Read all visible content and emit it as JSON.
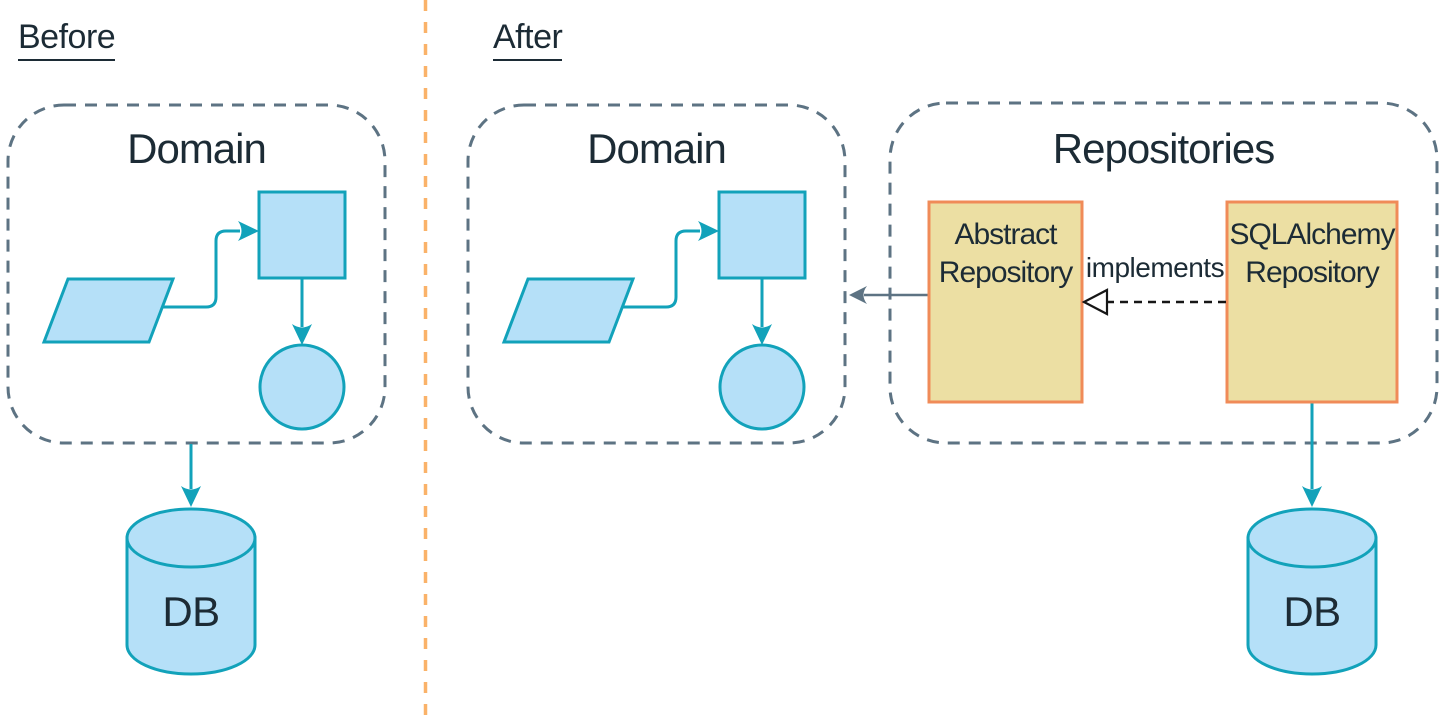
{
  "colors": {
    "teal_stroke": "#12a2ba",
    "shape_fill": "#b5e0f8",
    "dashed_border": "#5d7383",
    "repo_fill": "#ecdfa3",
    "repo_border": "#f08b58",
    "divider_orange": "#fab269",
    "text_dark": "#1c2b35",
    "implements_line": "#161616"
  },
  "before": {
    "section_label": "Before",
    "domain_title": "Domain",
    "db_label": "DB"
  },
  "after": {
    "section_label": "After",
    "domain_title": "Domain",
    "repositories_title": "Repositories",
    "abstract_repository": {
      "line1": "Abstract",
      "line2": "Repository"
    },
    "sqlalchemy_repository": {
      "line1": "SQLAlchemy",
      "line2": "Repository"
    },
    "implements_label": "implements",
    "db_label": "DB"
  }
}
